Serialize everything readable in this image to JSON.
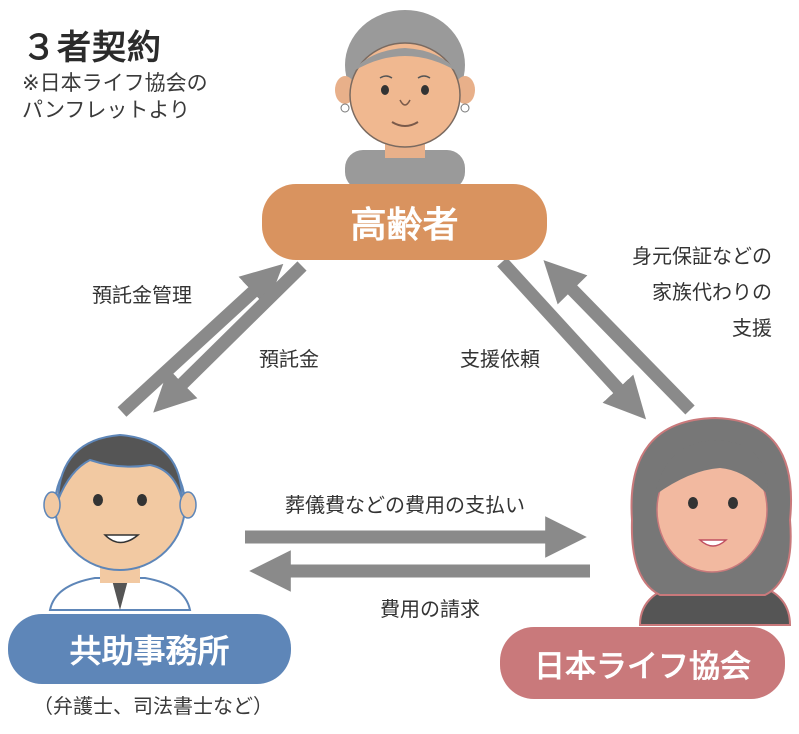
{
  "title": "３者契約",
  "source_note": [
    "※日本ライフ協会の",
    "パンフレットより"
  ],
  "parties": {
    "elderly": "高齢者",
    "law_office": "共助事務所",
    "law_office_note": "（弁護士、司法書士など）",
    "association": "日本ライフ協会"
  },
  "flows": {
    "deposit_management": "預託金管理",
    "deposit": "預託金",
    "support_request": "支援依頼",
    "family_support": [
      "身元保証などの",
      "家族代わりの",
      "支援"
    ],
    "funeral_payment": "葬儀費などの費用の支払い",
    "cost_billing": "費用の請求"
  },
  "colors": {
    "elderly": "#d9935f",
    "law_office": "#5e86b8",
    "association": "#c9797b",
    "arrow": "#8a8a8a"
  },
  "icons": [
    "elderly-woman-icon",
    "man-icon",
    "woman-icon"
  ]
}
